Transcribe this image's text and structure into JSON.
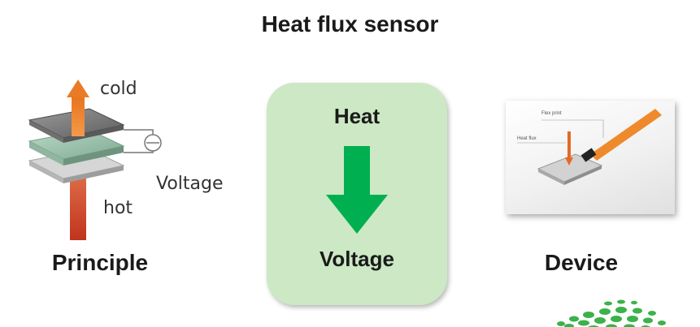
{
  "title": "Heat flux sensor",
  "principle": {
    "label": "Principle",
    "cold_label": "cold",
    "hot_label": "hot",
    "voltage_label": "Voltage"
  },
  "center_card": {
    "heat_label": "Heat",
    "voltage_label": "Voltage",
    "background_color": "#cce8c4",
    "arrow_color": "#00b050"
  },
  "device": {
    "label": "Device",
    "photo_labels": {
      "flex_print": "Flex print",
      "heat_flux": "Heat flux"
    }
  }
}
